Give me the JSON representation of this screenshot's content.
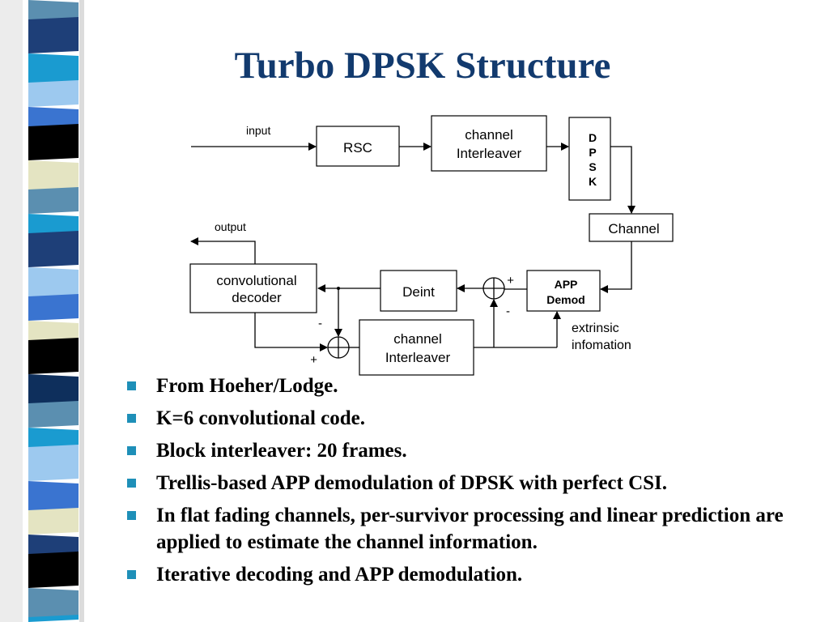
{
  "slide": {
    "title": "Turbo DPSK Structure"
  },
  "diagram": {
    "labels": {
      "input": "input",
      "output": "output",
      "extrinsic_1": "extrinsic",
      "extrinsic_2": "infomation",
      "plus_top": "+",
      "minus_right": "-",
      "minus_left": "-",
      "plus_bottom": "+"
    },
    "blocks": {
      "rsc": "RSC",
      "channel_interleaver_top_1": "channel",
      "channel_interleaver_top_2": "Interleaver",
      "dpsk_d": "D",
      "dpsk_p": "P",
      "dpsk_s": "S",
      "dpsk_k": "K",
      "channel": "Channel",
      "app_1": "APP",
      "app_2": "Demod",
      "deint": "Deint",
      "conv_1": "convolutional",
      "conv_2": "decoder",
      "channel_interleaver_bottom_1": "channel",
      "channel_interleaver_bottom_2": "Interleaver"
    }
  },
  "bullets": [
    "From Hoeher/Lodge.",
    "K=6 convolutional code.",
    "Block interleaver: 20 frames.",
    "Trellis-based APP demodulation of DPSK with perfect CSI.",
    "In flat fading channels, per-survivor processing and linear prediction are applied to estimate the channel information.",
    "Iterative decoding and APP demodulation."
  ],
  "colors": {
    "title": "#123a6e",
    "bullet_marker": "#1e8fb8",
    "stripe_palette": [
      "#5b8fb0",
      "#1a9bd0",
      "#1e3f78",
      "#3a74d0",
      "#000000",
      "#e4e4c2",
      "#9dc9ef",
      "#0e2f5c",
      "#f2f2f2"
    ]
  }
}
